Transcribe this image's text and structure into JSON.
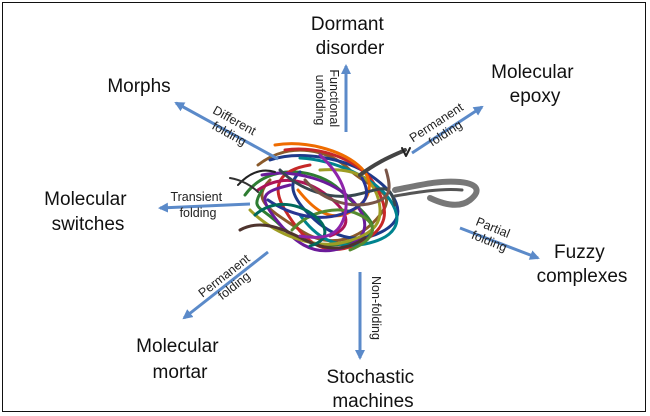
{
  "colors": {
    "arrow": "#5b8ac9",
    "border": "#111111"
  },
  "outcomes": {
    "dormant_disorder": [
      "Dormant",
      "disorder"
    ],
    "molecular_epoxy": [
      "Molecular",
      "epoxy"
    ],
    "morphs": [
      "Morphs"
    ],
    "molecular_switches": [
      "Molecular",
      "switches"
    ],
    "fuzzy_complexes": [
      "Fuzzy",
      "complexes"
    ],
    "molecular_mortar": [
      "Molecular",
      "mortar"
    ],
    "stochastic_machines": [
      "Stochastic",
      "machines"
    ]
  },
  "arrows": {
    "functional_unfolding": [
      "Functional",
      "unfolding"
    ],
    "permanent_folding_top": [
      "Permanent",
      "folding"
    ],
    "different_folding": [
      "Different",
      "folding"
    ],
    "transient_folding": [
      "Transient",
      "folding"
    ],
    "partial_folding": [
      "Partial",
      "folding"
    ],
    "permanent_folding_bottom": [
      "Permanent",
      "folding"
    ],
    "non_folding": [
      "Non-folding"
    ]
  }
}
